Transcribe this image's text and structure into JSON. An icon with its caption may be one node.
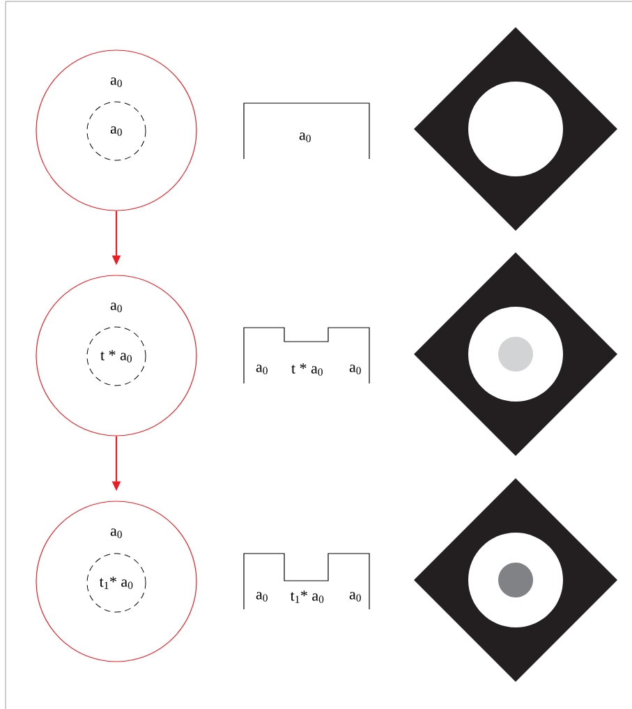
{
  "diagram": {
    "nodes": [
      {
        "text": [
          "a$_{0}$"
        ]
      },
      {
        "text": [
          "a$_{0}$"
        ],
        "in": 0
      },
      {
        "text": [
          "a$_{0}$"
        ]
      },
      {
        "text": [
          "t * a$_{0}$"
        ],
        "in": 2
      },
      {
        "text": [
          "a$_{0}$"
        ]
      },
      {
        "text": [
          "t$_{1}$* a$_{0}$"
        ],
        "in": 4
      }
    ],
    "edges": [
      {
        "from": 0,
        "to": 2,
        "arrow": "to",
        "color": "#ed1c24"
      },
      {
        "from": 2,
        "to": 4,
        "arrow": "to",
        "color": "#ed1c24"
      }
    ],
    "labels": [
      "a$_{0}$",
      "a$_{0}$",
      "t * a$_{0}$",
      "a$_{0}$",
      "a$_{0}$",
      "t$_{1}$* a$_{0}$",
      "a$_{0}$"
    ]
  }
}
